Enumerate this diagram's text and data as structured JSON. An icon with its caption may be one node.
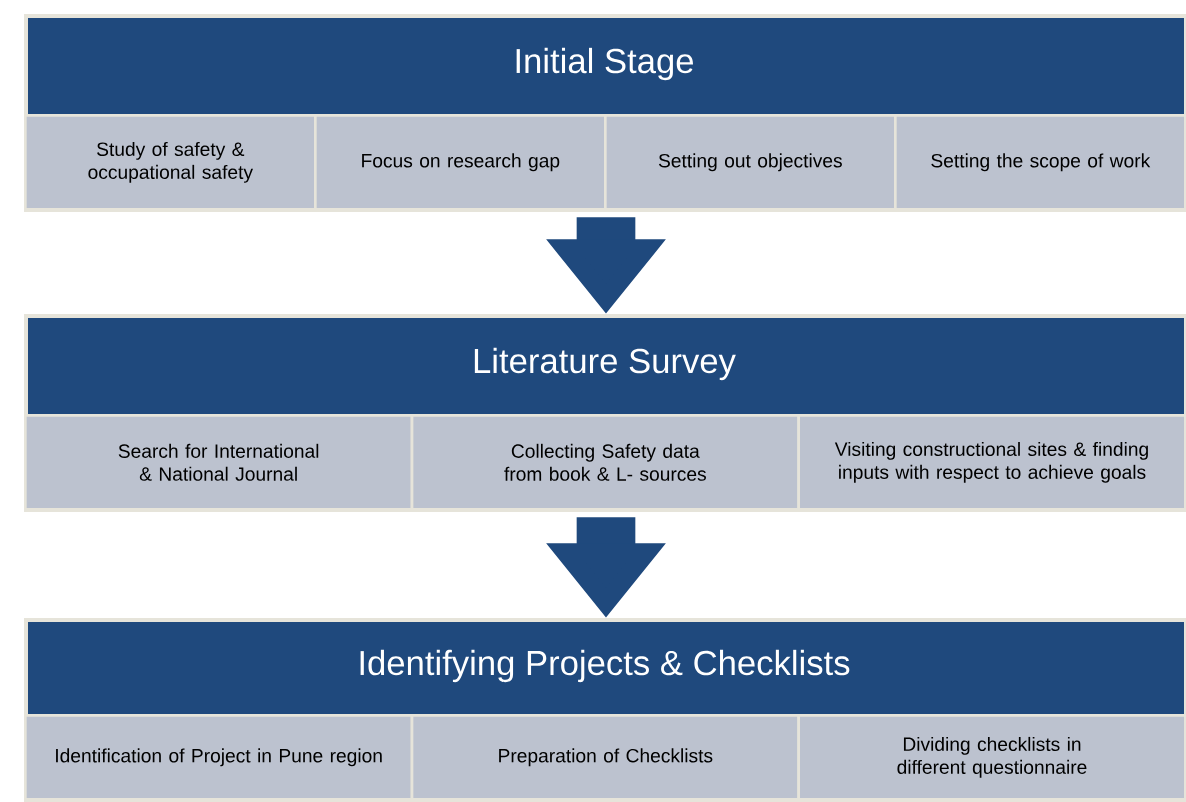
{
  "diagram": {
    "nodes": [
      {
        "text": [
          "Initial Stage"
        ]
      },
      {
        "text": [
          "Study of safety & occupational safety"
        ],
        "in": 0
      },
      {
        "text": [
          "Focus on research gap"
        ],
        "in": 0
      },
      {
        "text": [
          "Setting out objectives"
        ],
        "in": 0
      },
      {
        "text": [
          "Setting the scope of work"
        ],
        "in": 0
      },
      {
        "text": [
          "Literature Survey"
        ]
      },
      {
        "text": [
          "Search for International & National Journal"
        ],
        "in": 5
      },
      {
        "text": [
          "Collecting Safety data from book & L- sources"
        ],
        "in": 5
      },
      {
        "text": [
          "Visiting constructional sites & finding inputs with respect to achieve goals"
        ],
        "in": 5
      },
      {
        "text": [
          "Identifying Projects & Checklists"
        ]
      },
      {
        "text": [
          "Identification of Project in Pune region"
        ],
        "in": 9
      },
      {
        "text": [
          "Preparation of Checklists"
        ],
        "in": 9
      },
      {
        "text": [
          "Dividing checklists in different questionnaire"
        ],
        "in": 9
      }
    ],
    "edges": [
      {
        "from": 0,
        "to": 5,
        "arrow": "to"
      },
      {
        "from": 5,
        "to": 9,
        "arrow": "to"
      }
    ]
  }
}
